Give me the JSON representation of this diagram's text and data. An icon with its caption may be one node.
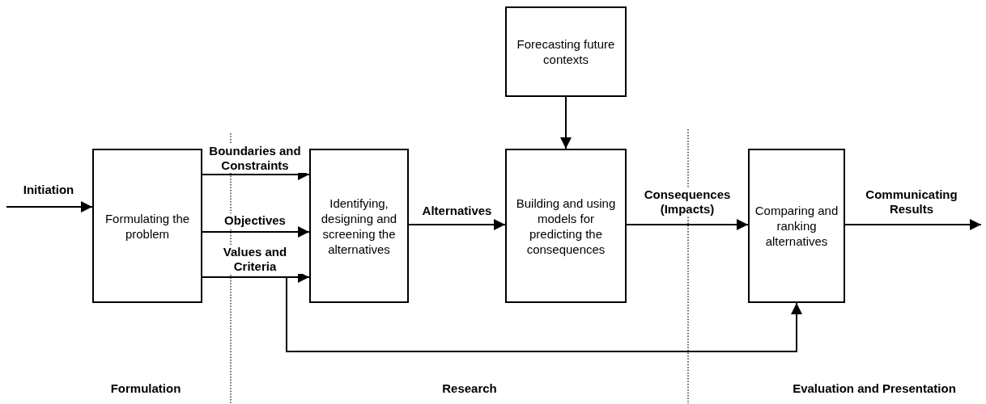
{
  "diagram": {
    "nodes": [
      {
        "text": [
          "Formulating the problem"
        ]
      },
      {
        "text": [
          "Identifying, designing and screening the alternatives"
        ]
      },
      {
        "text": [
          "Forecasting future contexts"
        ]
      },
      {
        "text": [
          "Building and using models for predicting the consequences"
        ]
      },
      {
        "text": [
          "Comparing and ranking alternatives"
        ]
      }
    ],
    "edges": [
      {
        "from": null,
        "to": 0,
        "arrow": "to",
        "label": "Initiation"
      },
      {
        "from": 0,
        "to": 1,
        "arrow": "to",
        "label": "Boundaries and Constraints"
      },
      {
        "from": 0,
        "to": 1,
        "arrow": "to",
        "label": "Objectives"
      },
      {
        "from": 0,
        "to": 1,
        "arrow": "to",
        "label": "Values and Criteria"
      },
      {
        "from": 0,
        "to": 4,
        "arrow": "to"
      },
      {
        "from": 1,
        "to": 3,
        "arrow": "to",
        "label": "Alternatives"
      },
      {
        "from": 2,
        "to": 3,
        "arrow": "to"
      },
      {
        "from": 3,
        "to": 4,
        "arrow": "to",
        "label": "Consequences (Impacts)"
      },
      {
        "from": 4,
        "to": null,
        "arrow": "to",
        "label": "Communicating Results"
      }
    ],
    "labels": [
      "Formulation",
      "Research",
      "Evaluation and Presentation"
    ]
  }
}
